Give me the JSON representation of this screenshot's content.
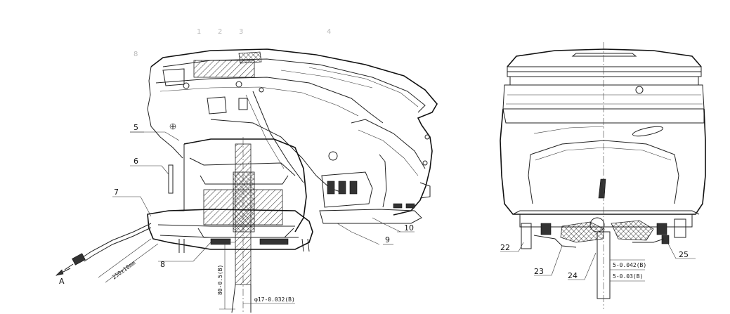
{
  "faint_labels": [
    "1",
    "2",
    "3",
    "4",
    "8"
  ],
  "callouts": {
    "c5": "5",
    "c6": "6",
    "c7": "7",
    "c8": "8",
    "c9": "9",
    "c10": "10",
    "c22": "22",
    "c23": "23",
    "c24": "24",
    "c25": "25"
  },
  "view_arrow_label": "A",
  "dimensions": {
    "cable_length": "250±10mm",
    "shaft_length": "80-0.5(B)",
    "shaft_diameter": "φ17-0.032(B)",
    "key_width_top": "5-0.042(B)",
    "key_width_bottom": "5-0.03(B)"
  }
}
